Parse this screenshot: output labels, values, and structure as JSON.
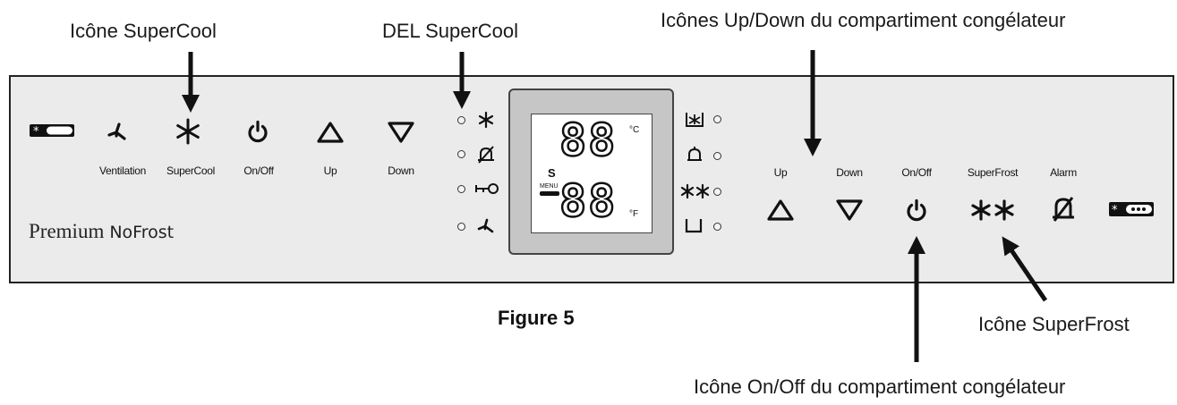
{
  "callouts": {
    "supercool_icon": "Icône SuperCool",
    "supercool_led": "DEL SuperCool",
    "freezer_updown": "Icônes Up/Down du compartiment congélateur",
    "superfrost_icon": "Icône SuperFrost",
    "freezer_onoff": "Icône On/Off du compartiment congélateur"
  },
  "figure_caption": "Figure 5",
  "panel": {
    "left_labels": {
      "ventilation": "Ventilation",
      "supercool": "SuperCool",
      "onoff": "On/Off",
      "up": "Up",
      "down": "Down"
    },
    "right_labels": {
      "up": "Up",
      "down": "Down",
      "onoff": "On/Off",
      "superfrost": "SuperFrost",
      "alarm": "Alarm"
    },
    "brand": "Premium",
    "brand_sub": "NoFrost",
    "display": {
      "top_digits": "88",
      "bottom_digits": "88",
      "unit_c": "°C",
      "unit_f": "°F",
      "s_label": "S",
      "menu_label": "MENU"
    }
  },
  "icons": {
    "left_indicator": "fridge-indicator-icon",
    "ventilation": "fan-icon",
    "supercool": "snowflake-icon",
    "onoff": "power-icon",
    "up": "triangle-up-icon",
    "down": "triangle-down-icon",
    "right_indicator": "freezer-indicator-icon",
    "superfrost": "double-snowflake-icon",
    "alarm": "bell-off-icon"
  }
}
